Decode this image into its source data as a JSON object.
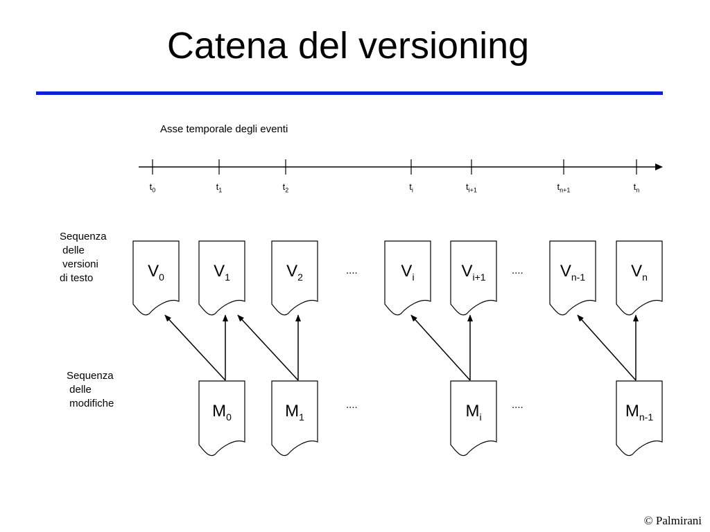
{
  "title": "Catena del versioning",
  "axis_label": "Asse temporale degli eventi",
  "labels": {
    "versions": "Sequenza\n delle\n versioni\ndi testo",
    "changes": "Sequenza\n delle\n modifiche"
  },
  "ticks": [
    {
      "base": "t",
      "sub": "0"
    },
    {
      "base": "t",
      "sub": "1"
    },
    {
      "base": "t",
      "sub": "2"
    },
    {
      "base": "t",
      "sub": "i"
    },
    {
      "base": "t",
      "sub": "i+1"
    },
    {
      "base": "t",
      "sub": "n+1"
    },
    {
      "base": "t",
      "sub": "n"
    }
  ],
  "versions": [
    {
      "base": "V",
      "sub": "0"
    },
    {
      "base": "V",
      "sub": "1"
    },
    {
      "base": "V",
      "sub": "2"
    },
    {
      "base": "V",
      "sub": "i"
    },
    {
      "base": "V",
      "sub": "i+1"
    },
    {
      "base": "V",
      "sub": "n-1"
    },
    {
      "base": "V",
      "sub": "n"
    }
  ],
  "modifications": [
    {
      "base": "M",
      "sub": "0"
    },
    {
      "base": "M",
      "sub": "1"
    },
    {
      "base": "M",
      "sub": "i"
    },
    {
      "base": "M",
      "sub": "n-1"
    }
  ],
  "ellipsis": "....",
  "copyright": "© Palmirani"
}
